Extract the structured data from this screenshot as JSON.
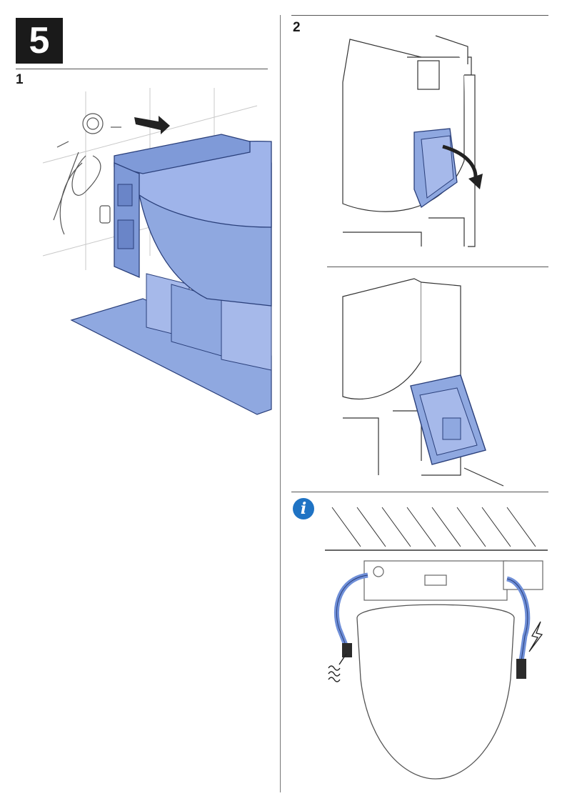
{
  "step": {
    "number": "5"
  },
  "panel1": {
    "label": "1"
  },
  "panel2": {
    "label": "2"
  },
  "info": {
    "icon_glyph": "i",
    "icon_name": "info-icon",
    "icon_color": "#1f73c4"
  },
  "colors": {
    "accent_blue": "#8fa8e0",
    "blue_outline": "#2a3f7a",
    "line": "#333333"
  }
}
